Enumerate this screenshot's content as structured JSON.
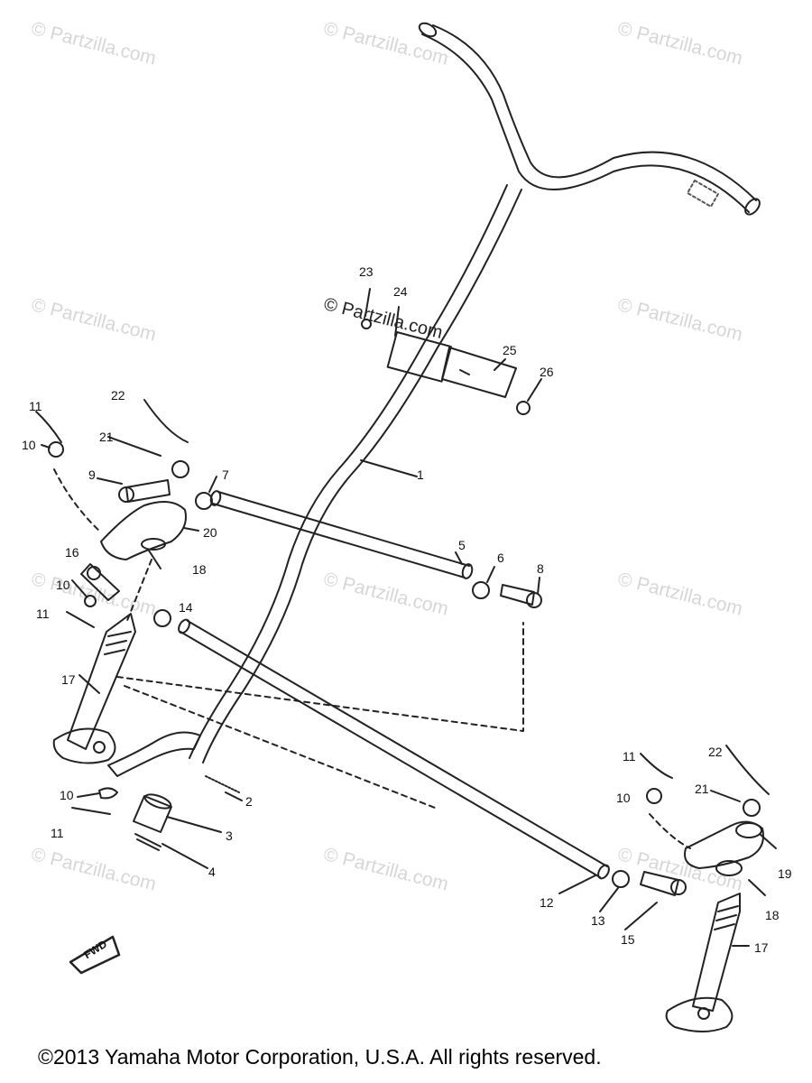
{
  "watermarks": [
    "© Partzilla.com",
    "© Partzilla.com",
    "© Partzilla.com",
    "© Partzilla.com",
    "© Partzilla.com",
    "© Partzilla.com",
    "© Partzilla.com",
    "© Partzilla.com",
    "© Partzilla.com",
    "© Partzilla.com",
    "© Partzilla.com"
  ],
  "center_watermark": "© Partzilla.com",
  "callouts": {
    "c1": "1",
    "c2": "2",
    "c3": "3",
    "c4": "4",
    "c5": "5",
    "c6": "6",
    "c7": "7",
    "c8": "8",
    "c9": "9",
    "c10a": "10",
    "c10b": "10",
    "c10c": "10",
    "c10d": "10",
    "c11a": "11",
    "c11b": "11",
    "c11c": "11",
    "c11d": "11",
    "c12": "12",
    "c13": "13",
    "c14": "14",
    "c15": "15",
    "c16": "16",
    "c17a": "17",
    "c17b": "17",
    "c18a": "18",
    "c18b": "18",
    "c19": "19",
    "c20": "20",
    "c21a": "21",
    "c21b": "21",
    "c22a": "22",
    "c22b": "22",
    "c23": "23",
    "c24": "24",
    "c25": "25",
    "c26": "26"
  },
  "front_marker": "FWD",
  "copyright": "©2013  Yamaha Motor Corporation, U.S.A. All rights reserved."
}
